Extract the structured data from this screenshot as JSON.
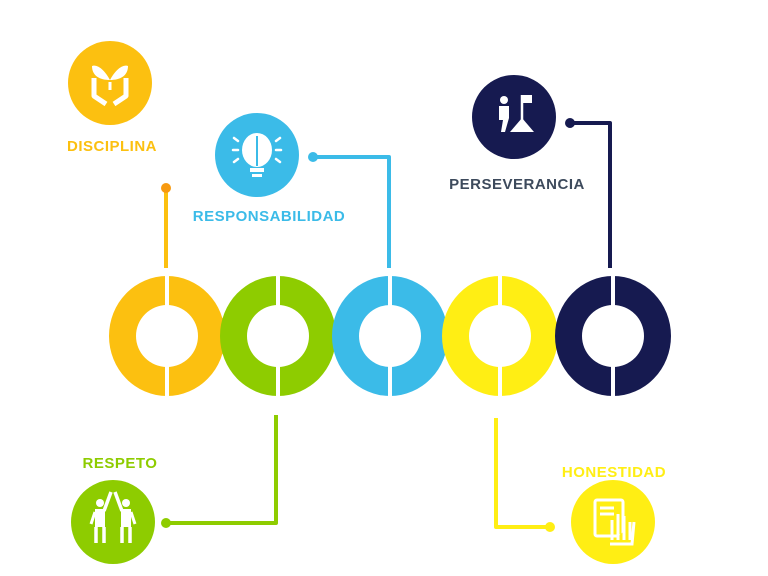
{
  "title": "Valores",
  "colors": {
    "orange": "#fcc010",
    "green": "#8ecc00",
    "blue": "#3bbbe8",
    "yellow": "#ffee14",
    "navy": "#161a50",
    "label_dark": "#3d4a5c"
  },
  "values": [
    {
      "label": "DISCIPLINA",
      "icon": "hands-plant-icon"
    },
    {
      "label": "RESPETO",
      "icon": "high-five-people-icon"
    },
    {
      "label": "RESPONSABILIDAD",
      "icon": "brain-lightbulb-icon"
    },
    {
      "label": "HONESTIDAD",
      "icon": "hand-document-icon"
    },
    {
      "label": "PERSEVERANCIA",
      "icon": "climber-flag-icon"
    }
  ]
}
